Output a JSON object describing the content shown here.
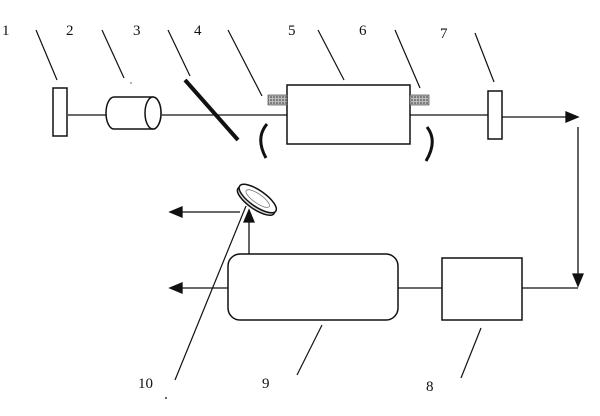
{
  "labels": {
    "l1": "1",
    "l2": "2",
    "l3": "3",
    "l4": "4",
    "l5": "5",
    "l6": "6",
    "l7": "7",
    "l8": "8",
    "l9": "9",
    "l10": "10"
  },
  "colors": {
    "line": "#111111",
    "crystal_fill": "#bbbbbb",
    "lens_fill": "#d8d8d8",
    "background": "#ffffff"
  }
}
